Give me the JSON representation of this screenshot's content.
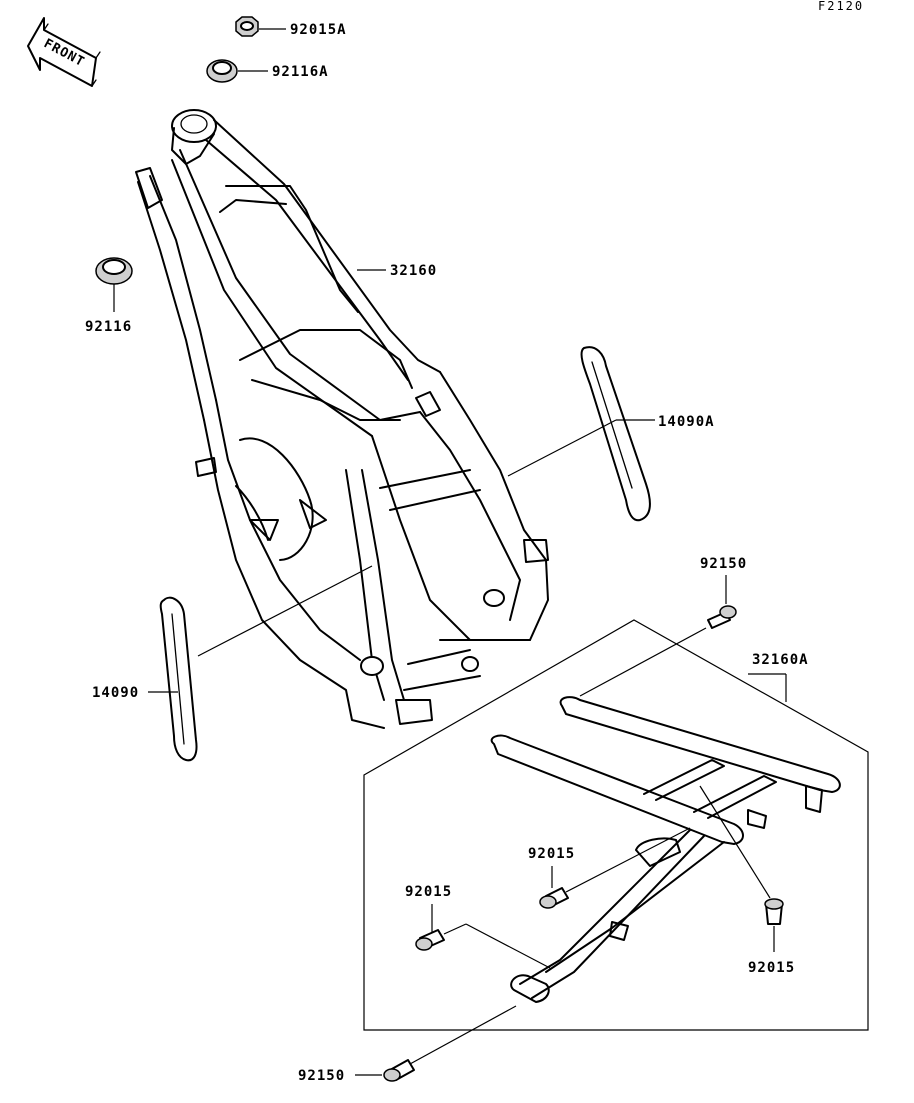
{
  "diagram_id": "F2120",
  "front_arrow_text": "FRONT",
  "parts": {
    "p92015A": "92015A",
    "p92116A": "92116A",
    "p92116": "92116",
    "p32160": "32160",
    "p14090A": "14090A",
    "p14090": "14090",
    "p92150_top": "92150",
    "p32160A": "32160A",
    "p92015_mid": "92015",
    "p92015_left": "92015",
    "p92015_right": "92015",
    "p92150_bottom": "92150"
  }
}
